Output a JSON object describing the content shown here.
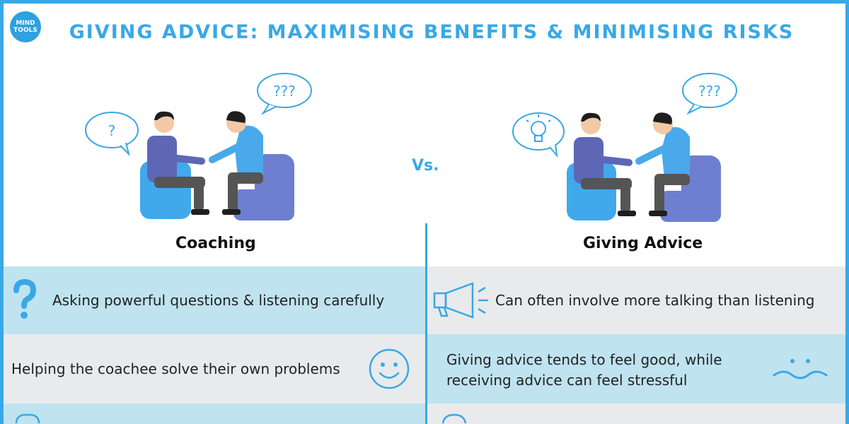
{
  "logo": {
    "line1": "MIND",
    "line2": "TOOLS"
  },
  "title": "GIVING ADVICE: MAXIMISING BENEFITS & MINIMISING RISKS",
  "vs_label": "Vs.",
  "coaching": {
    "heading": "Coaching",
    "thought_left": "?",
    "thought_right": "???",
    "rows": [
      {
        "text": "Asking powerful questions & listening carefully",
        "icon": "question-mark-icon"
      },
      {
        "text": "Helping the coachee solve their own problems",
        "icon": "smiley-face-icon"
      }
    ]
  },
  "advice": {
    "heading": "Giving Advice",
    "thought_left_icon": "lightbulb-icon",
    "thought_right": "???",
    "rows": [
      {
        "text": "Can often involve more talking than listening",
        "icon": "megaphone-icon"
      },
      {
        "text_line1": "Giving advice tends to feel good, while",
        "text_line2": "receiving advice can feel stressful",
        "icon": "sad-face-icon"
      }
    ]
  },
  "colors": {
    "accent": "#39a8e6",
    "row_blue": "#bfe3ef",
    "row_grey": "#e9eaec",
    "chair_light": "#42a8ec",
    "chair_dark": "#6f7fcf",
    "shirt_dark": "#5d67b5",
    "shirt_light": "#49a9ea"
  }
}
